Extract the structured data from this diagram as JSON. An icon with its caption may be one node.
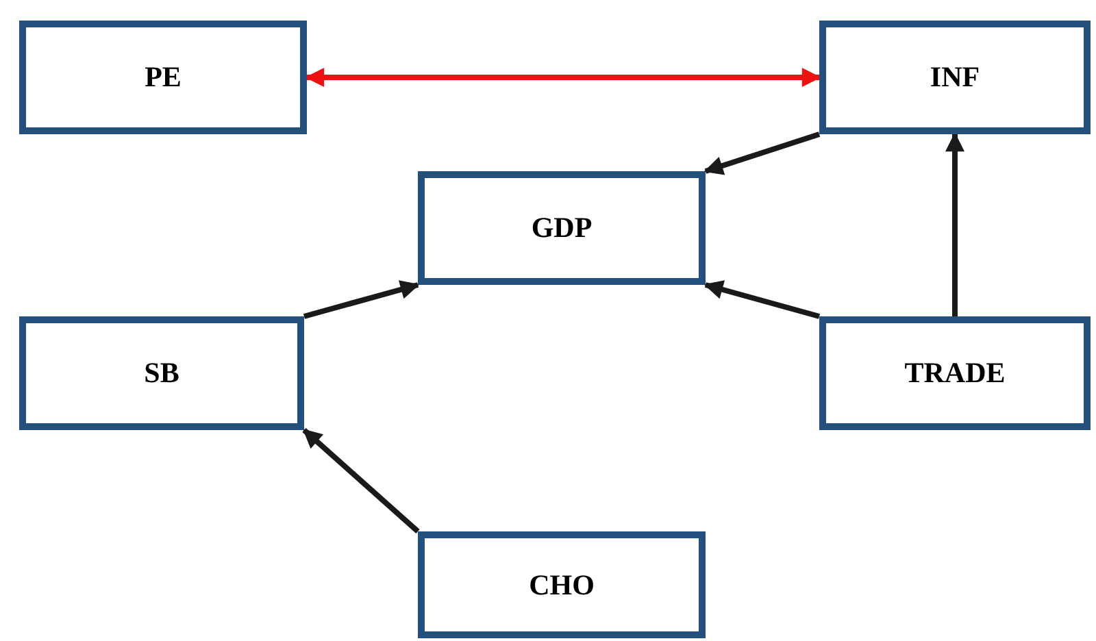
{
  "diagram": {
    "nodes": [
      {
        "text": [
          "PE"
        ]
      },
      {
        "text": [
          "INF"
        ]
      },
      {
        "text": [
          "GDP"
        ]
      },
      {
        "text": [
          "SB"
        ]
      },
      {
        "text": [
          "TRADE"
        ]
      },
      {
        "text": [
          "CHO"
        ]
      }
    ],
    "edges": [
      {
        "from": 0,
        "to": 1,
        "arrow": "both",
        "color": "#ee1111"
      },
      {
        "from": 1,
        "to": 2,
        "arrow": "to"
      },
      {
        "from": 4,
        "to": 1,
        "arrow": "to"
      },
      {
        "from": 4,
        "to": 2,
        "arrow": "to"
      },
      {
        "from": 3,
        "to": 2,
        "arrow": "to"
      },
      {
        "from": 5,
        "to": 3,
        "arrow": "to"
      }
    ]
  }
}
